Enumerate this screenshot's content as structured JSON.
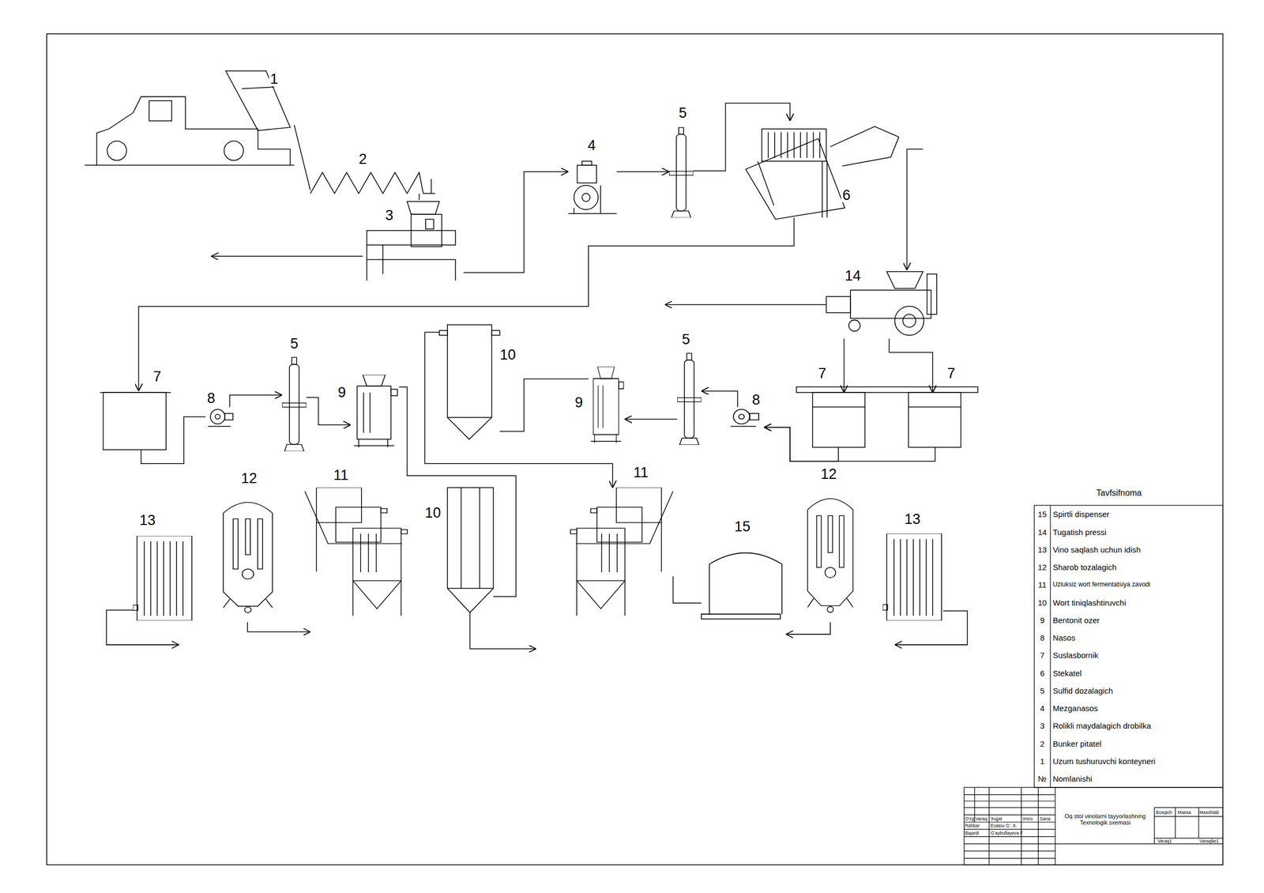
{
  "diagram": {
    "nodes": [
      {
        "text": [
          "1"
        ]
      },
      {
        "text": [
          "2"
        ]
      },
      {
        "text": [
          "3"
        ]
      },
      {
        "text": [
          "4"
        ]
      },
      {
        "text": [
          "5"
        ]
      },
      {
        "text": [
          "6"
        ]
      },
      {
        "text": [
          "14"
        ]
      },
      {
        "text": [
          "7"
        ]
      },
      {
        "text": [
          "8"
        ]
      },
      {
        "text": [
          "5"
        ]
      },
      {
        "text": [
          "9"
        ]
      },
      {
        "text": [
          "10"
        ]
      },
      {
        "text": [
          "9"
        ]
      },
      {
        "text": [
          "5"
        ]
      },
      {
        "text": [
          "8"
        ]
      },
      {
        "text": [
          "7"
        ]
      },
      {
        "text": [
          "7"
        ]
      },
      {
        "text": [
          "13"
        ]
      },
      {
        "text": [
          "12"
        ]
      },
      {
        "text": [
          "11"
        ]
      },
      {
        "text": [
          "10"
        ]
      },
      {
        "text": [
          "11"
        ]
      },
      {
        "text": [
          "15"
        ]
      },
      {
        "text": [
          "12"
        ]
      },
      {
        "text": [
          "13"
        ]
      }
    ],
    "edges": [
      {
        "from": 0,
        "to": 1,
        "arrow": "none"
      },
      {
        "from": 1,
        "to": 2,
        "arrow": "none"
      },
      {
        "from": 2,
        "to": 3,
        "arrow": "to"
      },
      {
        "from": 3,
        "to": 4,
        "arrow": "to"
      },
      {
        "from": 4,
        "to": 5,
        "arrow": "to"
      },
      {
        "from": 5,
        "to": 6,
        "arrow": "to"
      },
      {
        "from": 5,
        "to": 7,
        "arrow": "to"
      },
      {
        "from": 6,
        "to": 15,
        "arrow": "to"
      },
      {
        "from": 6,
        "to": 16,
        "arrow": "to"
      },
      {
        "from": 7,
        "to": 8,
        "arrow": "none"
      },
      {
        "from": 8,
        "to": 9,
        "arrow": "to"
      },
      {
        "from": 9,
        "to": 10,
        "arrow": "to"
      },
      {
        "from": 10,
        "to": 20,
        "arrow": "none"
      },
      {
        "from": 11,
        "to": 21,
        "arrow": "to"
      },
      {
        "from": 12,
        "to": 11,
        "arrow": "none"
      },
      {
        "from": 13,
        "to": 12,
        "arrow": "to"
      },
      {
        "from": 14,
        "to": 13,
        "arrow": "to"
      },
      {
        "from": 15,
        "to": 14,
        "arrow": "to"
      },
      {
        "from": 16,
        "to": 14,
        "arrow": "to"
      },
      {
        "from": 21,
        "to": 22,
        "arrow": "none"
      }
    ],
    "labels": [
      "Tavfsifnoma",
      "15",
      "Spirtli dispenser",
      "14",
      "Tugatish pressi",
      "13",
      "Vino saqlash uchun idish",
      "12",
      "Sharob tozalagich",
      "11",
      "Uzluksiz wort fermentatsiya zavodi",
      "10",
      "Wort tiniqlashtiruvchi",
      "9",
      "Bentonit ozer",
      "8",
      "Nasos",
      "7",
      "Suslasbornik",
      "6",
      "Stekatel",
      "5",
      "Sulfid dozalagich",
      "4",
      "Mezganasos",
      "3",
      "Rolikli maydalagich drobilka",
      "2",
      "Bunker pitatel",
      "1",
      "Uzum tushuruvchi konteyneri",
      "№",
      "Nomlanishi",
      "O'zg",
      "Varaq",
      "Xujjat",
      "Imzo",
      "Sana",
      "Rahbar",
      "Evatov G'. X.",
      "Bajardi",
      "G'aybullayeva F",
      "Oq stol vinolarni tayyorlashning Texnologik sxemasi",
      "Bosqich",
      "Massa",
      "Masshtab",
      "Varaq1",
      "Varaqlar1"
    ]
  }
}
